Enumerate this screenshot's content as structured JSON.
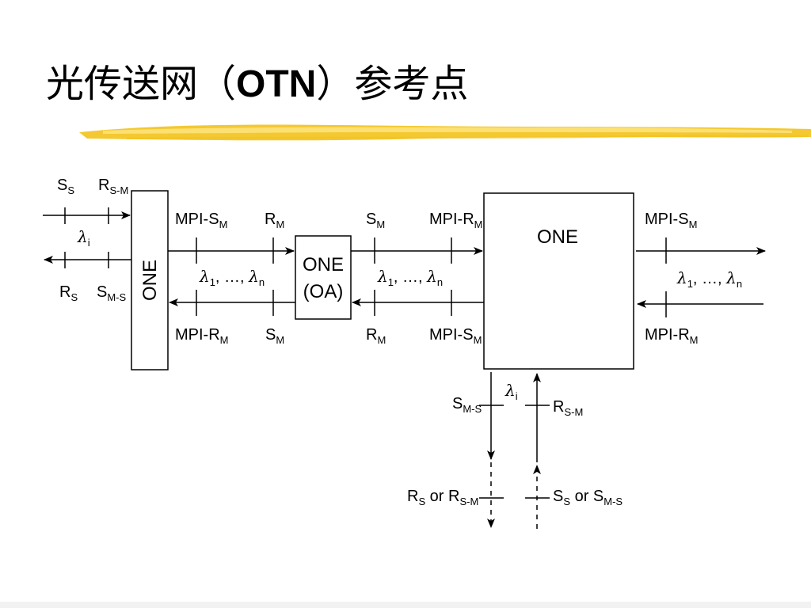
{
  "title": {
    "prefix": "光传送网（",
    "acronym": "OTN",
    "suffix": "）参考点"
  },
  "colors": {
    "brush_stroke": "#f2c21b",
    "brush_highlight": "#fde27a",
    "line": "#000000",
    "background": "#ffffff"
  },
  "diagram": {
    "one_left": "ONE",
    "oa_line1": "ONE",
    "oa_line2": "(OA)",
    "one_big": "ONE",
    "lambda": "λ",
    "lambda_sub_i": "i",
    "lambda_range": {
      "first_sub": "1",
      "middle": ", …, ",
      "last_sub": "n"
    },
    "left_top": {
      "ss_main": "S",
      "ss_sub": "S",
      "rsm_main": "R",
      "rsm_sub": "S-M"
    },
    "left_bottom": {
      "rs_main": "R",
      "rs_sub": "S",
      "sms_main": "S",
      "sms_sub": "M-S"
    },
    "seg1_top": {
      "mpi_main": "MPI-S",
      "mpi_sub": "M",
      "r_main": "R",
      "r_sub": "M"
    },
    "seg1_bottom": {
      "mpi_main": "MPI-R",
      "mpi_sub": "M",
      "s_main": "S",
      "s_sub": "M"
    },
    "seg2_top": {
      "s_main": "S",
      "s_sub": "M",
      "mpi_main": "MPI-R",
      "mpi_sub": "M"
    },
    "seg2_bottom": {
      "r_main": "R",
      "r_sub": "M",
      "mpi_main": "MPI-S",
      "mpi_sub": "M"
    },
    "right": {
      "top_main": "MPI-S",
      "top_sub": "M",
      "bottom_main": "MPI-R",
      "bottom_sub": "M"
    },
    "down": {
      "sms_main": "S",
      "sms_sub": "M-S",
      "rsm_main": "R",
      "rsm_sub": "S-M",
      "bl_1": "R",
      "bl_1_sub": "S",
      "bl_or": " or ",
      "bl_2": "R",
      "bl_2_sub": "S-M",
      "br_1": "S",
      "br_1_sub": "S",
      "br_or": " or ",
      "br_2": "S",
      "br_2_sub": "M-S"
    }
  }
}
